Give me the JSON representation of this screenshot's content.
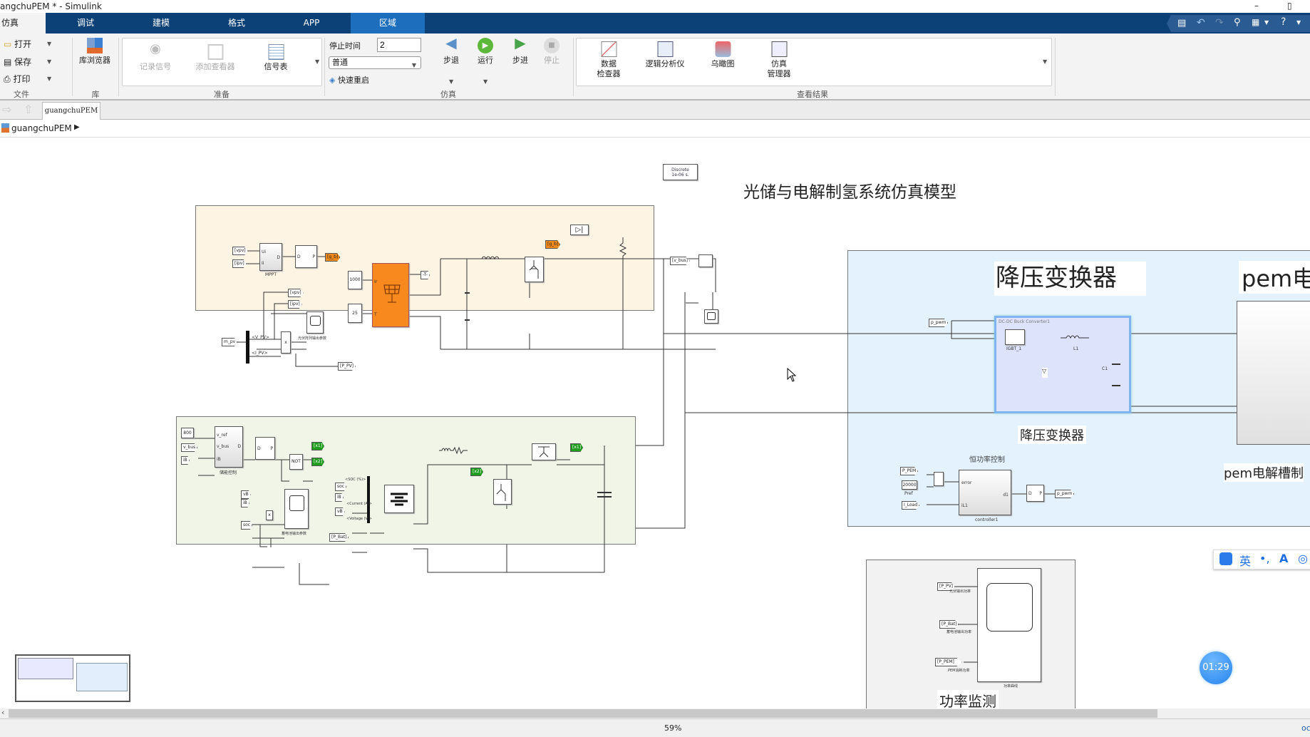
{
  "window": {
    "title": "angchuPEM * - Simulink",
    "min": "–",
    "restore": "▯"
  },
  "tabs": [
    "仿真",
    "调试",
    "建模",
    "格式",
    "APP",
    "区域"
  ],
  "ribbon": {
    "file": {
      "open": "打开",
      "save": "保存",
      "print": "打印",
      "group": "文件"
    },
    "library": {
      "browser": "库浏览器",
      "group": "库"
    },
    "prepare": {
      "log": "记录信号",
      "add_viewer": "添加查看器",
      "signal_table": "信号表",
      "group": "准备"
    },
    "simulate": {
      "stop_time_label": "停止时间",
      "stop_time": "2",
      "mode": "普通",
      "fast_restart": "快速重启",
      "step_back": "步退",
      "run": "运行",
      "step_forward": "步进",
      "stop": "停止",
      "group": "仿真"
    },
    "results": {
      "data_inspector_1": "数据",
      "data_inspector_2": "检查器",
      "logic_analyzer": "逻辑分析仪",
      "birdseye": "乌瞰图",
      "sim_manager_1": "仿真",
      "sim_manager_2": "管理器",
      "group": "查看结果"
    }
  },
  "model_tab": "guangchuPEM",
  "breadcrumb": "guangchuPEM",
  "diagram": {
    "title": "光储与电解制氢系统仿真模型",
    "solver_1": "Discrete",
    "solver_2": "1e-06 s.",
    "pv": {
      "vpv": "[vpv]",
      "ipv": "[ipv]",
      "mppt": "MPPT",
      "mppt_in1": "Ui",
      "mppt_in2": "Ii",
      "mppt_out": "D",
      "pwm_d": "D",
      "pwm_p": "P",
      "gb": "[g_b]",
      "irr": "1000",
      "temp": "25",
      "ir": "Ir",
      "t": "T",
      "m": "-T-",
      "vpv2": "[vpv]",
      "ipv2": "[ipv]",
      "m_pv": "m_pv",
      "v_pv": "<V_PV>",
      "i_pv": "<I_PV>",
      "x": "x",
      "scope_label": "光伏阵列输出参数",
      "p_pv": "[P_PV]",
      "gb2": "[g_b]",
      "vbus": "[v_bus]"
    },
    "bat": {
      "ref": "800",
      "vbus": "v_bus",
      "ib": "iB",
      "v_ref": "v_ref",
      "v_bus_in": "v_bus",
      "ib_in": "iB",
      "d": "D",
      "ctrl_label": "储能控制",
      "pwm_d": "D",
      "pwm_p": "P",
      "x1": "[x1]",
      "not": "NOT",
      "x2": "[x2]",
      "soc": "soc",
      "ib2": "iB",
      "vb2": "vB",
      "soc_sig": "<SOC (%)>",
      "cur_sig": "<Current (A)>",
      "volt_sig": "<Voltage (V)>",
      "vb": "vB",
      "ib3": "iB",
      "soc3": "soc",
      "x": "x",
      "scope_label": "蓄电池输出参数",
      "p_bat": "[P_Bat]",
      "x1b": "[x1]",
      "x2b": "[x2]"
    },
    "buck": {
      "title": "降压变换器",
      "subsystem": "DC-DC Buck Converter1",
      "igbt": "IGBT_1",
      "l1": "L1",
      "c1": "C1",
      "label": "降压变换器",
      "p_pwm": "p_pwm",
      "ctrl_title": "恒功率控制",
      "p_pem": "P_PEM",
      "pref_val": "20000",
      "pref": "Pref",
      "i_load": "I_Load",
      "error": "error",
      "il1": "iL1",
      "d1": "d1",
      "controller": "controller1",
      "pwm_d": "D",
      "pwm_p": "P",
      "p_pwm2": "p_pwm"
    },
    "pem": {
      "title": "pem电",
      "label": "pem电解槽制"
    },
    "monitor": {
      "p_pv": "[P_PV]",
      "p_pv_sig": "光伏输出功率",
      "p_bat": "[P_Bat]",
      "p_bat_sig": "蓄电池输出功率",
      "p_pem": "[P_PEM]",
      "p_pem_sig": "PEM消耗功率",
      "scope": "功率曲线",
      "title": "功率监测"
    }
  },
  "ime": {
    "lang": "英",
    "punct": "•,"
  },
  "timer": "01:29",
  "status": {
    "zoom": "59%",
    "right": "oc"
  }
}
